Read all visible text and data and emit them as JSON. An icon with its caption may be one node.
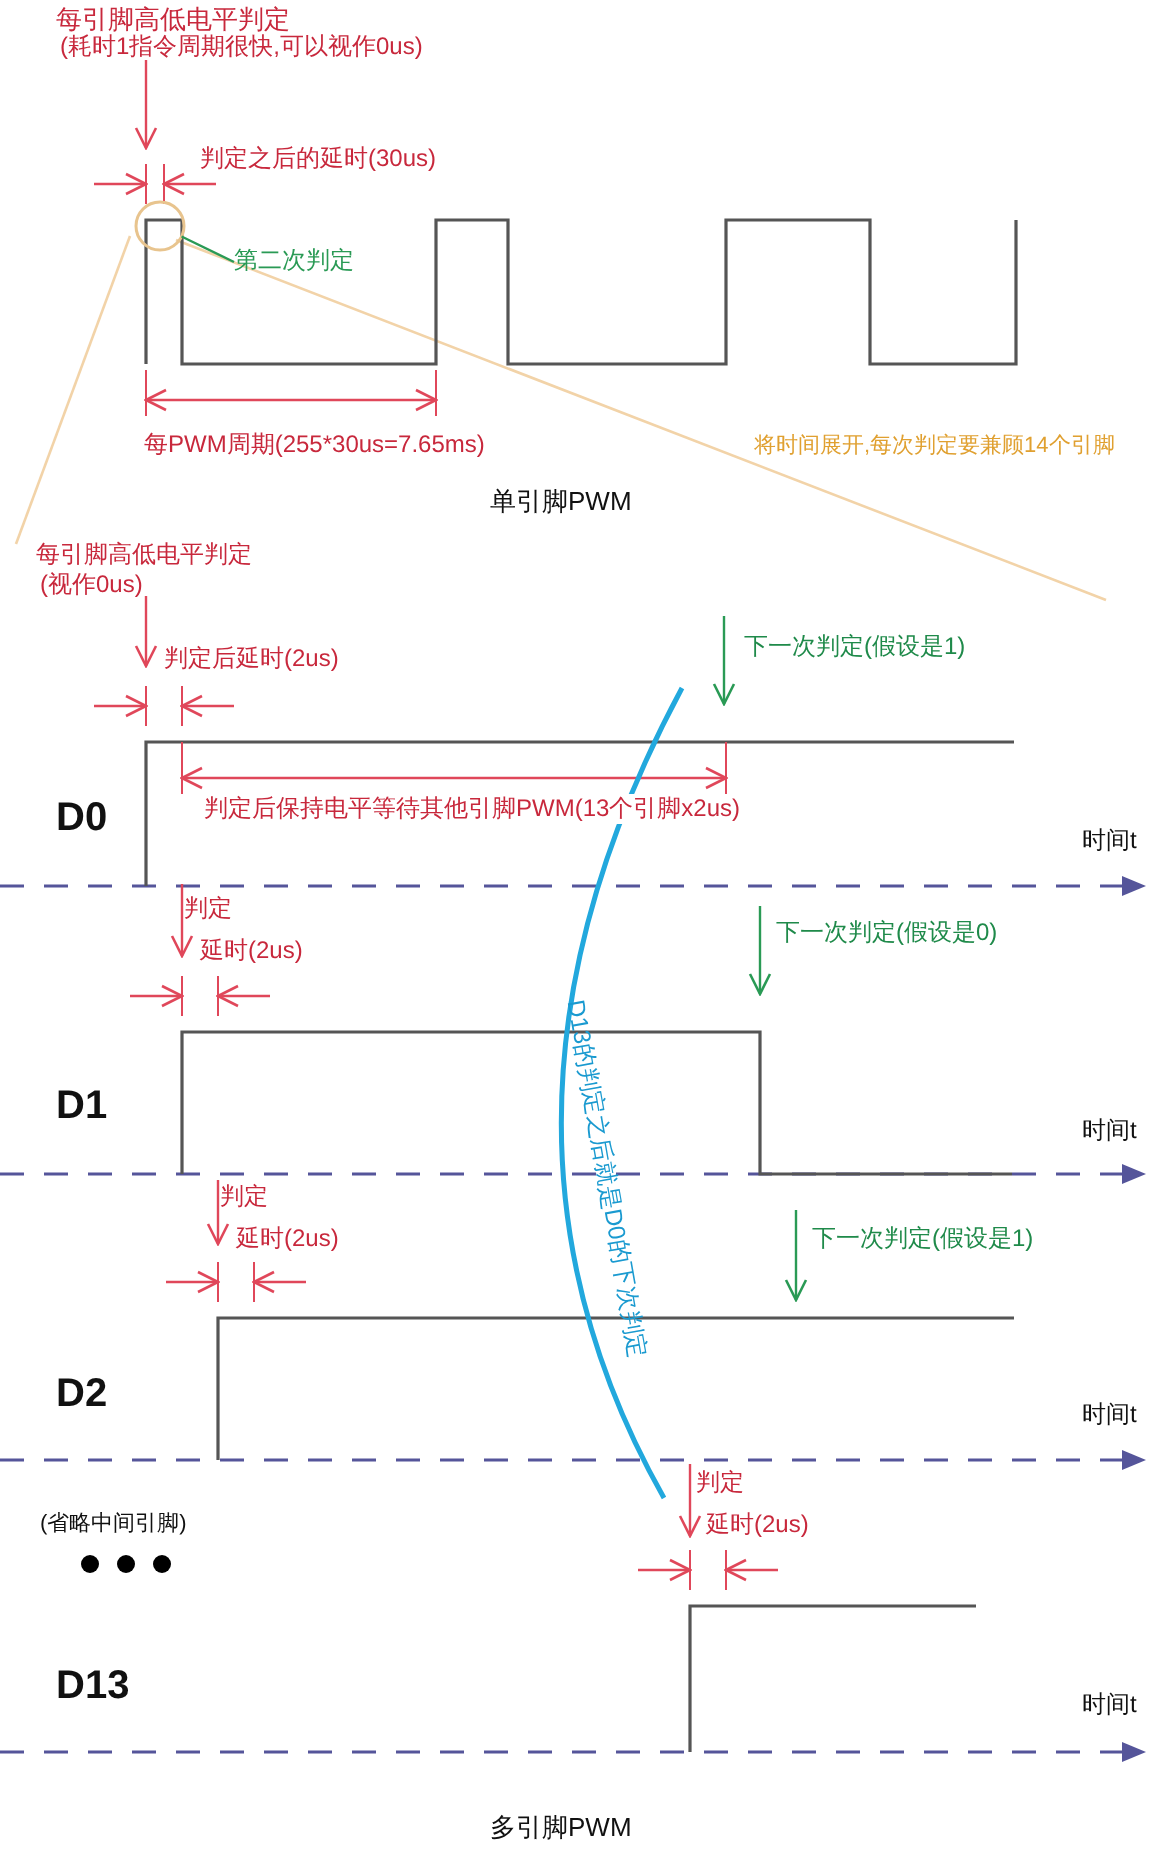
{
  "diagram": {
    "nodes": [
      {
        "text": [
          "第二次判定"
        ]
      },
      {
        "text": [],
        "shape": "circle"
      }
    ],
    "edges": [
      {
        "from": 0,
        "to": 1,
        "arrow": "none"
      }
    ],
    "labels": [
      "每引脚高低电平判定",
      "(耗时1指令周期很快,可以视作0us)",
      "判定之后的延时(30us)",
      "每PWM周期(255*30us=7.65ms)",
      "将时间展开,每次判定要兼顾14个引脚",
      "单引脚PWM",
      "每引脚高低电平判定",
      "(视作0us)",
      "判定后延时(2us)",
      "下一次判定(假设是1)",
      "D0",
      "判定后保持电平等待其他引脚PWM(13个引脚x2us)",
      "时间t",
      "判定",
      "延时(2us)",
      "下一次判定(假设是0)",
      "D1",
      "时间t",
      "判定",
      "延时(2us)",
      "下一次判定(假设是1)",
      "D2",
      "时间t",
      "D13的判定之后就是D0的下次判定",
      "判定",
      "(省略中间引脚)",
      "延时(2us)",
      "D13",
      "时间t",
      "多引脚PWM"
    ]
  }
}
